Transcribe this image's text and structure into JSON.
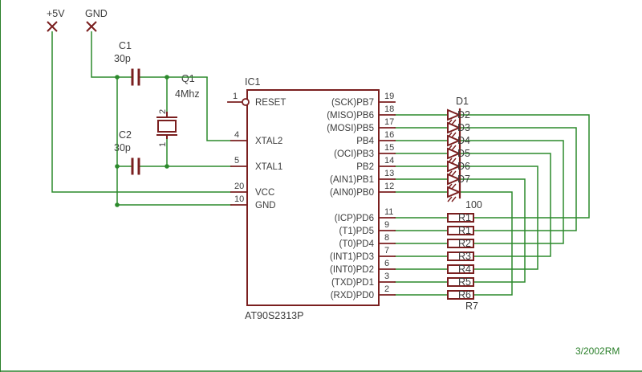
{
  "colors": {
    "wire": "#2c8a2c",
    "part": "#7a1f1f",
    "text": "#3c3c3c",
    "frame": "#2a7f2a"
  },
  "power": {
    "vcc": "+5V",
    "gnd": "GND"
  },
  "components": {
    "c1": {
      "ref": "C1",
      "value": "30p"
    },
    "c2": {
      "ref": "C2",
      "value": "30p"
    },
    "q1": {
      "ref": "Q1",
      "value": "4Mhz",
      "pin1": "1",
      "pin2": "2"
    },
    "ic1": {
      "ref": "IC1",
      "part": "AT90S2313P"
    },
    "d1": {
      "ref": "D1"
    },
    "r7": {
      "ref": "R7"
    },
    "rvalue": "100"
  },
  "ic_left_pins": [
    {
      "num": "1",
      "name": "RESET"
    },
    {
      "num": "4",
      "name": "XTAL2"
    },
    {
      "num": "5",
      "name": "XTAL1"
    },
    {
      "num": "20",
      "name": "VCC"
    },
    {
      "num": "10",
      "name": "GND"
    }
  ],
  "ic_right_pins": [
    {
      "num": "19",
      "name": "(SCK)PB7"
    },
    {
      "num": "18",
      "name": "(MISO)PB6"
    },
    {
      "num": "17",
      "name": "(MOSI)PB5"
    },
    {
      "num": "16",
      "name": "PB4"
    },
    {
      "num": "15",
      "name": "(OCI)PB3"
    },
    {
      "num": "14",
      "name": "PB2"
    },
    {
      "num": "13",
      "name": "(AIN1)PB1"
    },
    {
      "num": "12",
      "name": "(AIN0)PB0"
    },
    {
      "num": "11",
      "name": "(ICP)PD6"
    },
    {
      "num": "9",
      "name": "(T1)PD5"
    },
    {
      "num": "8",
      "name": "(T0)PD4"
    },
    {
      "num": "7",
      "name": "(INT1)PD3"
    },
    {
      "num": "6",
      "name": "(INT0)PD2"
    },
    {
      "num": "3",
      "name": "(TXD)PD1"
    },
    {
      "num": "2",
      "name": "(RXD)PD0"
    }
  ],
  "diode_overlap_labels": [
    "D2",
    "D3",
    "D4",
    "D5",
    "D6",
    "D7"
  ],
  "resistor_overlap_labels": [
    "R1",
    "R1",
    "R2",
    "R3",
    "R4",
    "R5",
    "R6"
  ],
  "footer": {
    "stamp": "3/2002RM"
  }
}
